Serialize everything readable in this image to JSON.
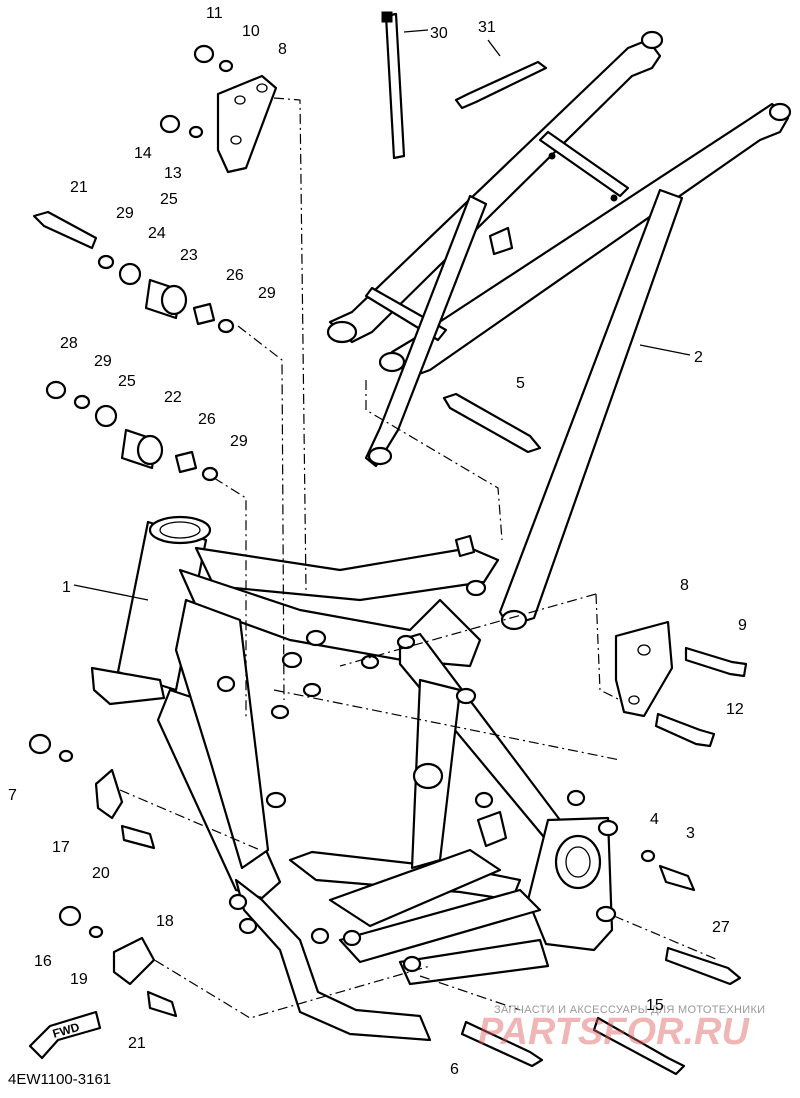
{
  "diagram": {
    "code": "4EW1100-3161",
    "fwd_label": "FWD",
    "watermark_line": "ЗАПЧАСТИ И АКСЕССУАРЫ ДЛЯ МОТОТЕХНИКИ",
    "watermark_brand": "PARTSFOR.RU",
    "callouts": [
      "1",
      "2",
      "3",
      "4",
      "5",
      "6",
      "7",
      "8",
      "8",
      "9",
      "10",
      "11",
      "12",
      "13",
      "14",
      "15",
      "16",
      "17",
      "18",
      "19",
      "20",
      "21",
      "21",
      "22",
      "23",
      "24",
      "25",
      "25",
      "26",
      "26",
      "27",
      "28",
      "29",
      "29",
      "29",
      "29",
      "30",
      "31"
    ]
  }
}
